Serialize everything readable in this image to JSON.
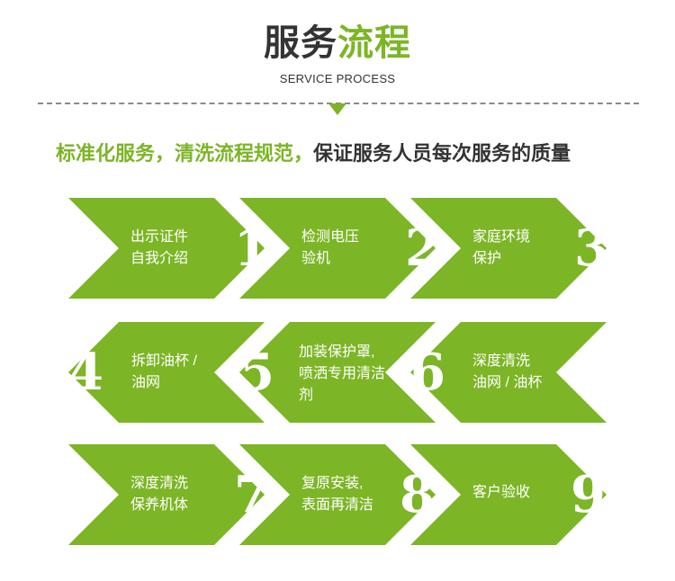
{
  "header": {
    "title_dark": "服务",
    "title_green": "流程",
    "subtitle": "SERVICE PROCESS"
  },
  "slogan": {
    "green": "标准化服务，清洗流程规范，",
    "dark": "保证服务人员每次服务的质量"
  },
  "colors": {
    "accent": "#7cb526",
    "text": "#333333"
  },
  "steps": [
    {
      "number": "1",
      "text": "出示证件\n自我介绍"
    },
    {
      "number": "2",
      "text": "检测电压\n验机"
    },
    {
      "number": "3",
      "text": "家庭环境\n保护"
    },
    {
      "number": "4",
      "text": "拆卸油杯 /\n油网"
    },
    {
      "number": "5",
      "text": "加装保护罩,\n喷洒专用清洁\n剂"
    },
    {
      "number": "6",
      "text": "深度清洗\n油网 / 油杯"
    },
    {
      "number": "7",
      "text": "深度清洗\n保养机体"
    },
    {
      "number": "8",
      "text": "复原安装,\n表面再清洁"
    },
    {
      "number": "9",
      "text": "客户验收"
    }
  ]
}
